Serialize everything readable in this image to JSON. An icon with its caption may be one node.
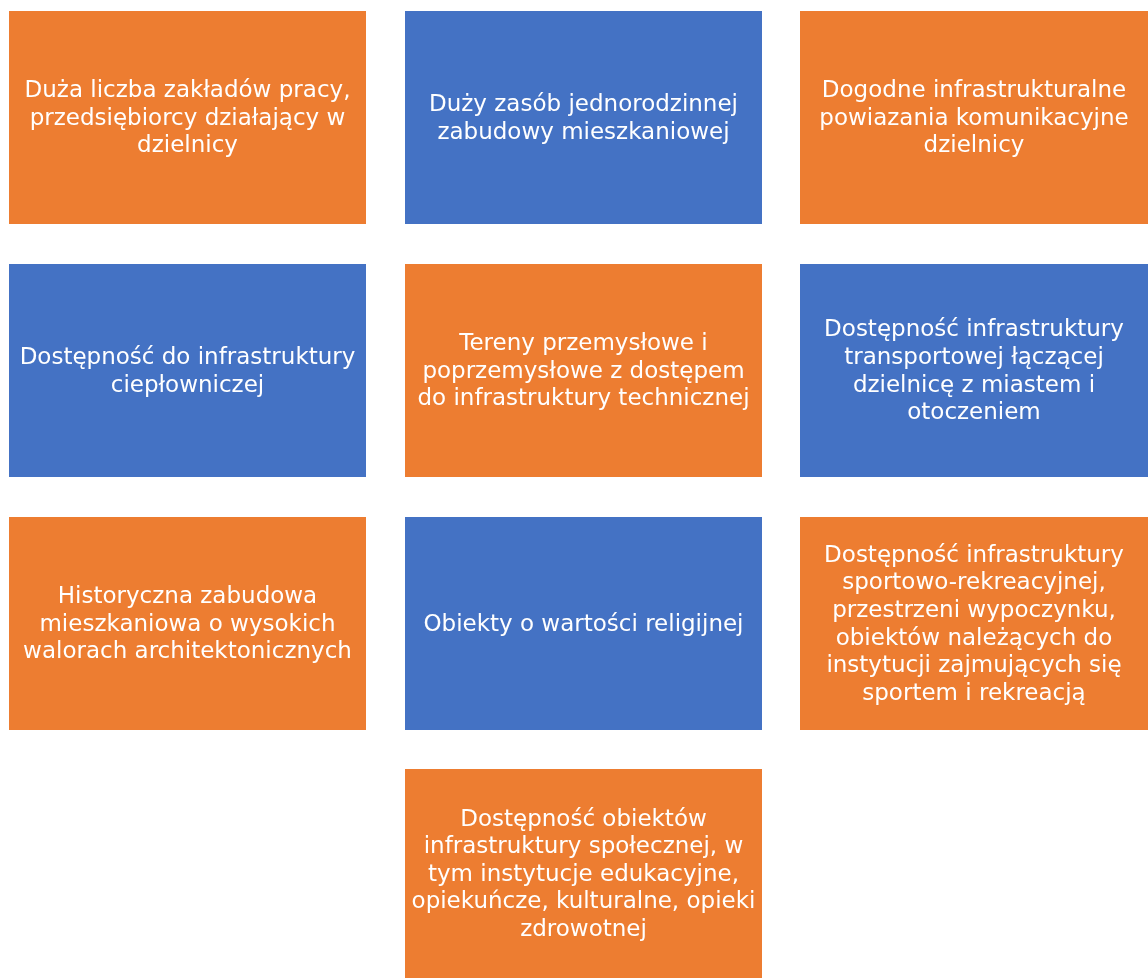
{
  "diagram": {
    "nodes": [
      {
        "text": [
          "Duża liczba zakładów pracy, przedsiębiorcy działający w dzielnicy"
        ]
      },
      {
        "text": [
          "Duży zasób jednorodzinnej zabudowy mieszkaniowej"
        ]
      },
      {
        "text": [
          "Dogodne infrastrukturalne powiazania komunikacyjne dzielnicy"
        ]
      },
      {
        "text": [
          "Dostępność do infrastruktury ciepłowniczej"
        ]
      },
      {
        "text": [
          "Tereny przemysłowe i poprzemysłowe z dostępem do infrastruktury technicznej"
        ]
      },
      {
        "text": [
          "Dostępność infrastruktury transportowej łączącej dzielnicę z miastem i otoczeniem"
        ]
      },
      {
        "text": [
          "Historyczna zabudowa mieszkaniowa o wysokich walorach architektonicznych"
        ]
      },
      {
        "text": [
          "Obiekty o wartości religijnej"
        ]
      },
      {
        "text": [
          "Dostępność infrastruktury sportowo-rekreacyjnej, przestrzeni wypoczynku, obiektów należących do instytucji zajmujących się sportem i rekreacją"
        ]
      },
      {
        "text": [
          "Dostępność obiektów infrastruktury społecznej, w tym instytucje edukacyjne, opiekuńcze, kulturalne, opieki zdrowotnej"
        ]
      }
    ]
  }
}
